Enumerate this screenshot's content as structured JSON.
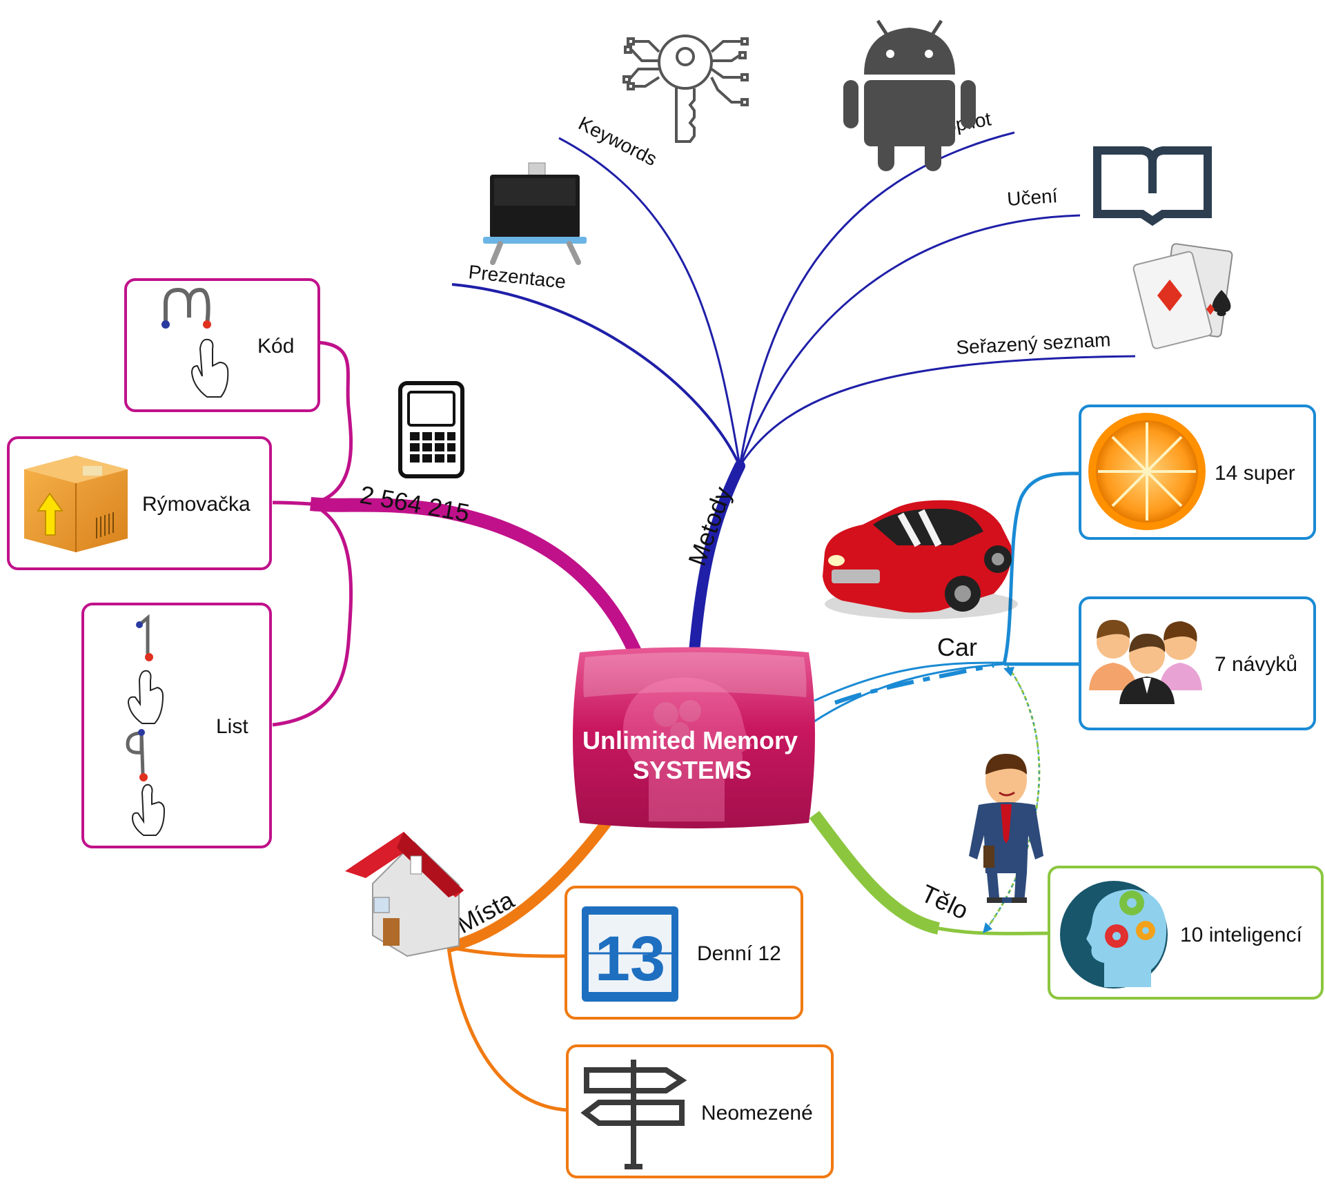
{
  "center": {
    "line1": "Unlimited Memory",
    "line2": "SYSTEMS"
  },
  "branches": {
    "metody": {
      "label": "Metody",
      "color": "#1f1fa8",
      "items": [
        "Prezentace",
        "Keywords",
        "Autopilot",
        "Učení",
        "Seřazený seznam"
      ]
    },
    "code": {
      "label": "2 564 215",
      "color": "#c0118a",
      "items": [
        "Kód",
        "Rýmovačka",
        "List"
      ]
    },
    "car": {
      "label": "Car",
      "color": "#1a8ad4",
      "items": [
        "14 super",
        "7 návyků"
      ]
    },
    "telo": {
      "label": "Tělo",
      "color": "#8cc63f",
      "items": [
        "10 inteligencí"
      ]
    },
    "mista": {
      "label": "Místa",
      "color": "#f07a12",
      "items": [
        "Denní 12",
        "Neomezené"
      ]
    }
  },
  "calendar_number": "13",
  "icons": [
    "presentation-board-icon",
    "key-circuit-icon",
    "android-icon",
    "open-book-icon",
    "playing-cards-icon",
    "phone-keypad-icon",
    "letter-m-gesture-icon",
    "box-upload-icon",
    "digit-gesture-icon",
    "orange-slice-icon",
    "red-car-icon",
    "people-icon",
    "businessman-icon",
    "head-gears-icon",
    "house-icon",
    "calendar-icon",
    "signpost-icon"
  ]
}
